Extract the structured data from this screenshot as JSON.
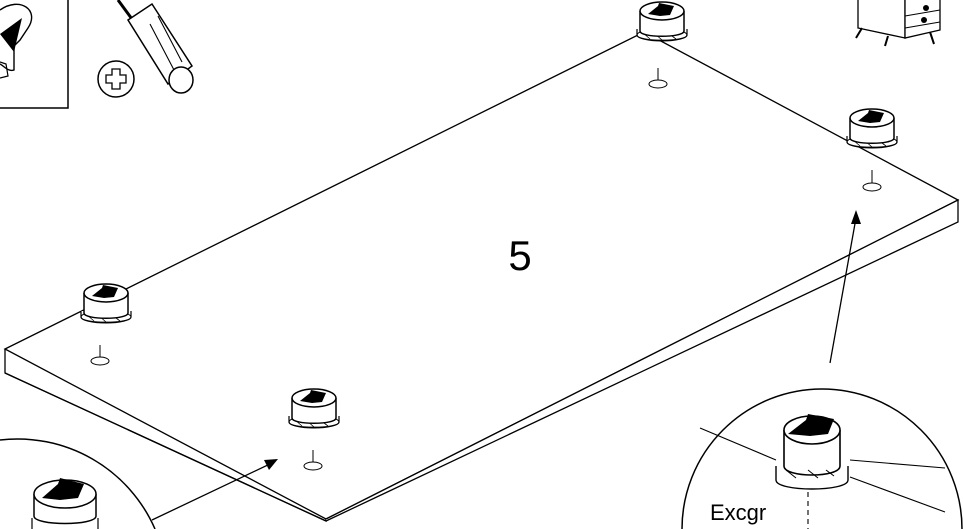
{
  "diagram": {
    "part_number": "5",
    "callout_label": "Excgr",
    "cam_lock_count": 4,
    "icons": [
      "phillips-screwdriver-icon",
      "phillips-head-symbol-icon",
      "dresser-icon",
      "cam-lock-icon"
    ]
  }
}
